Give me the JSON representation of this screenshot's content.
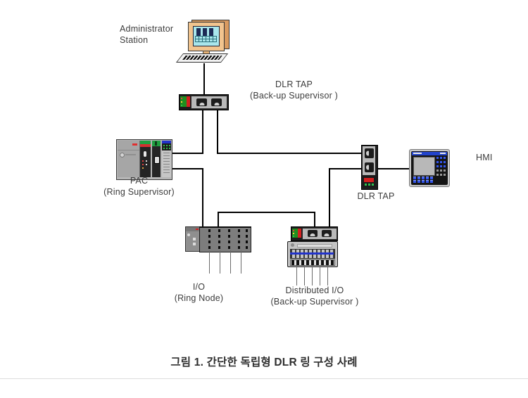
{
  "caption": "그림 1. 간단한 독립형 DLR 링 구성 사례",
  "nodes": {
    "admin_station": {
      "line1": "Administrator",
      "line2": "Station"
    },
    "top_tap": {
      "line1": "DLR TAP",
      "line2": "(Back-up Supervisor )"
    },
    "pac": {
      "line1": "PAC",
      "line2": "(Ring Supervisor)"
    },
    "right_tap": {
      "line1": "DLR TAP"
    },
    "hmi": {
      "line1": "HMI"
    },
    "io": {
      "line1": "I/O",
      "line2": "(Ring Node)"
    },
    "distributed_io": {
      "line1": "Distributed I/O",
      "line2": "(Back-up Supervisor )"
    }
  },
  "colors": {
    "background": "#ffffff",
    "connection_line": "#000000",
    "monitor_body": "#f2c48e",
    "monitor_screen": "#a9e6ec",
    "tap_green": "#1f8f1f",
    "tap_red": "#d42020",
    "tap_silver": "#b9b9b9",
    "pac_module_blue": "#2233cc",
    "pac_module_green": "#1fa040",
    "hmi_title_blue": "#2244cc",
    "hmi_button_blue": "#3355ee",
    "io_body_gray": "#7d7d7d",
    "distributed_io_blue": "#2233cc"
  }
}
